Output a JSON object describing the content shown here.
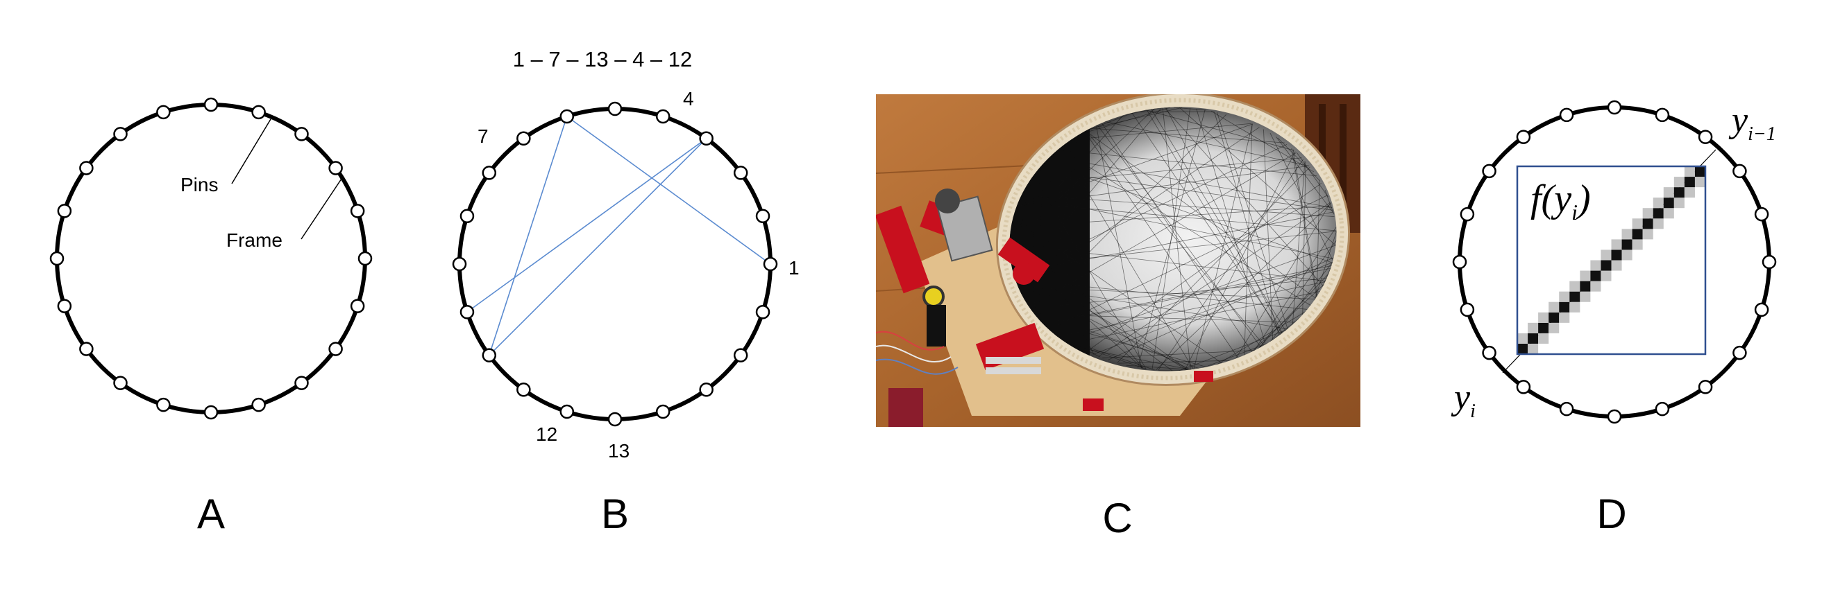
{
  "panels": {
    "a": {
      "letter": "A",
      "pins_label": "Pins",
      "frame_label": "Frame"
    },
    "b": {
      "letter": "B",
      "sequence": "1 – 7 – 13 – 4 – 12",
      "string_path": [
        "1",
        "7",
        "13",
        "4",
        "12"
      ],
      "pin_labels": {
        "p1": "1",
        "p4": "4",
        "p7": "7",
        "p12": "12",
        "p13": "13"
      },
      "line_color": "#5b8bd0"
    },
    "c": {
      "letter": "C"
    },
    "d": {
      "letter": "D",
      "function_label": "f(y",
      "function_sub": "i",
      "function_close": ")",
      "yi": "y",
      "yi_sub": "i",
      "yim1": "y",
      "yim1_sub": "i−1",
      "box_color": "#2f4f8f"
    }
  },
  "colors": {
    "frame": "#000000",
    "pin_fill": "#ffffff",
    "thread": "#111111",
    "wood": "#b8753e",
    "machine_red": "#c8101e"
  }
}
